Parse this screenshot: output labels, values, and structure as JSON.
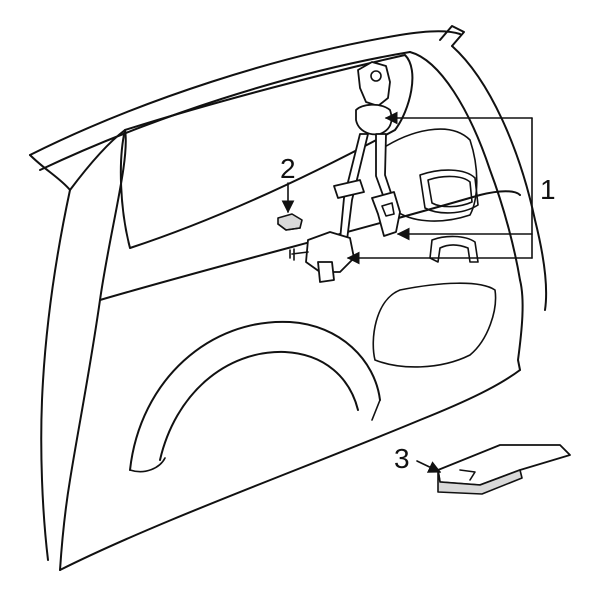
{
  "callouts": [
    {
      "id": "callout-1",
      "label": "1"
    },
    {
      "id": "callout-2",
      "label": "2"
    },
    {
      "id": "callout-3",
      "label": "3"
    }
  ],
  "colors": {
    "line": "#111111",
    "background": "#ffffff",
    "shade": "#d9d9d9"
  },
  "icons": [
    "arrow-icon"
  ]
}
